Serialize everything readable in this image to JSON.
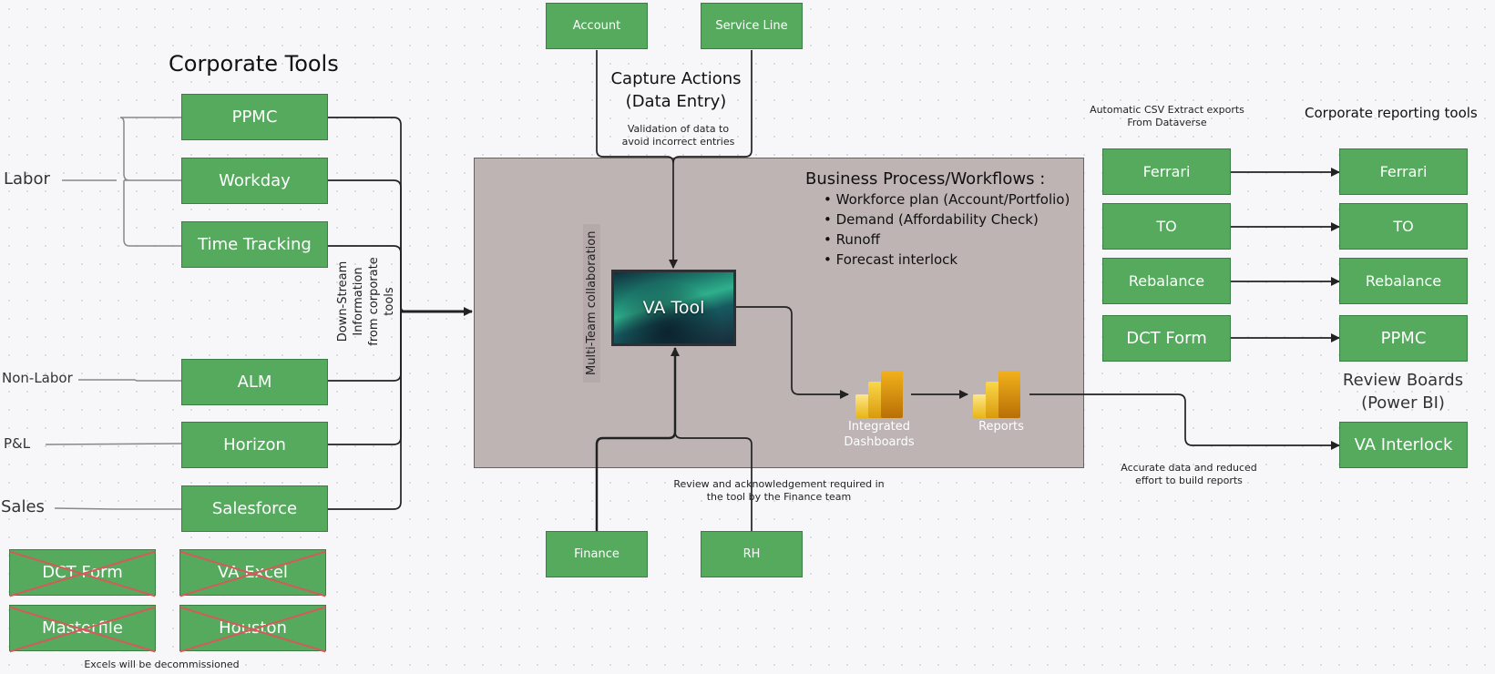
{
  "corporate_tools": {
    "title": "Corporate Tools",
    "labor_label": "Labor",
    "non_labor_label": "Non-Labor",
    "pl_label": "P&L",
    "sales_label": "Sales",
    "tools": [
      "PPMC",
      "Workday",
      "Time Tracking",
      "ALM",
      "Horizon",
      "Salesforce"
    ],
    "downstream_note": "Down-Stream Information from corporate tools",
    "decommissioned": [
      "DCT Form",
      "VA Excel",
      "Masterfile",
      "Houston"
    ],
    "decommissioned_note": "Excels will be decommissioned"
  },
  "capture": {
    "top_boxes": [
      "Account",
      "Service Line"
    ],
    "title_line1": "Capture Actions",
    "title_line2": "(Data Entry)",
    "validation_note_line1": "Validation of data to",
    "validation_note_line2": "avoid incorrect entries"
  },
  "process": {
    "title": "Business Process/Workflows :",
    "items": [
      "Workforce plan (Account/Portfolio)",
      "Demand (Affordability Check)",
      "Runoff",
      "Forecast interlock"
    ],
    "multi_team": "Multi-Team collaboration",
    "va_tool": "VA Tool",
    "dashboards_line1": "Integrated",
    "dashboards_line2": "Dashboards",
    "reports": "Reports"
  },
  "review": {
    "bottom_boxes": [
      "Finance",
      "RH"
    ],
    "note_line1": "Review and acknowledgement required in",
    "note_line2": "the tool by the Finance team"
  },
  "exports": {
    "note_line1": "Automatic CSV Extract exports",
    "note_line2": "From Dataverse",
    "sources": [
      "Ferrari",
      "TO",
      "Rebalance",
      "DCT Form"
    ]
  },
  "reporting": {
    "title": "Corporate reporting tools",
    "targets": [
      "Ferrari",
      "TO",
      "Rebalance",
      "PPMC"
    ],
    "review_boards_line1": "Review Boards",
    "review_boards_line2": "(Power BI)",
    "va_interlock": "VA Interlock",
    "accuracy_note_line1": "Accurate data and reduced",
    "accuracy_note_line2": "effort to build reports"
  },
  "colors": {
    "box_green": "#55aa5e",
    "process_area": "#bdb4b3",
    "strike_red": "#d65a5a"
  }
}
